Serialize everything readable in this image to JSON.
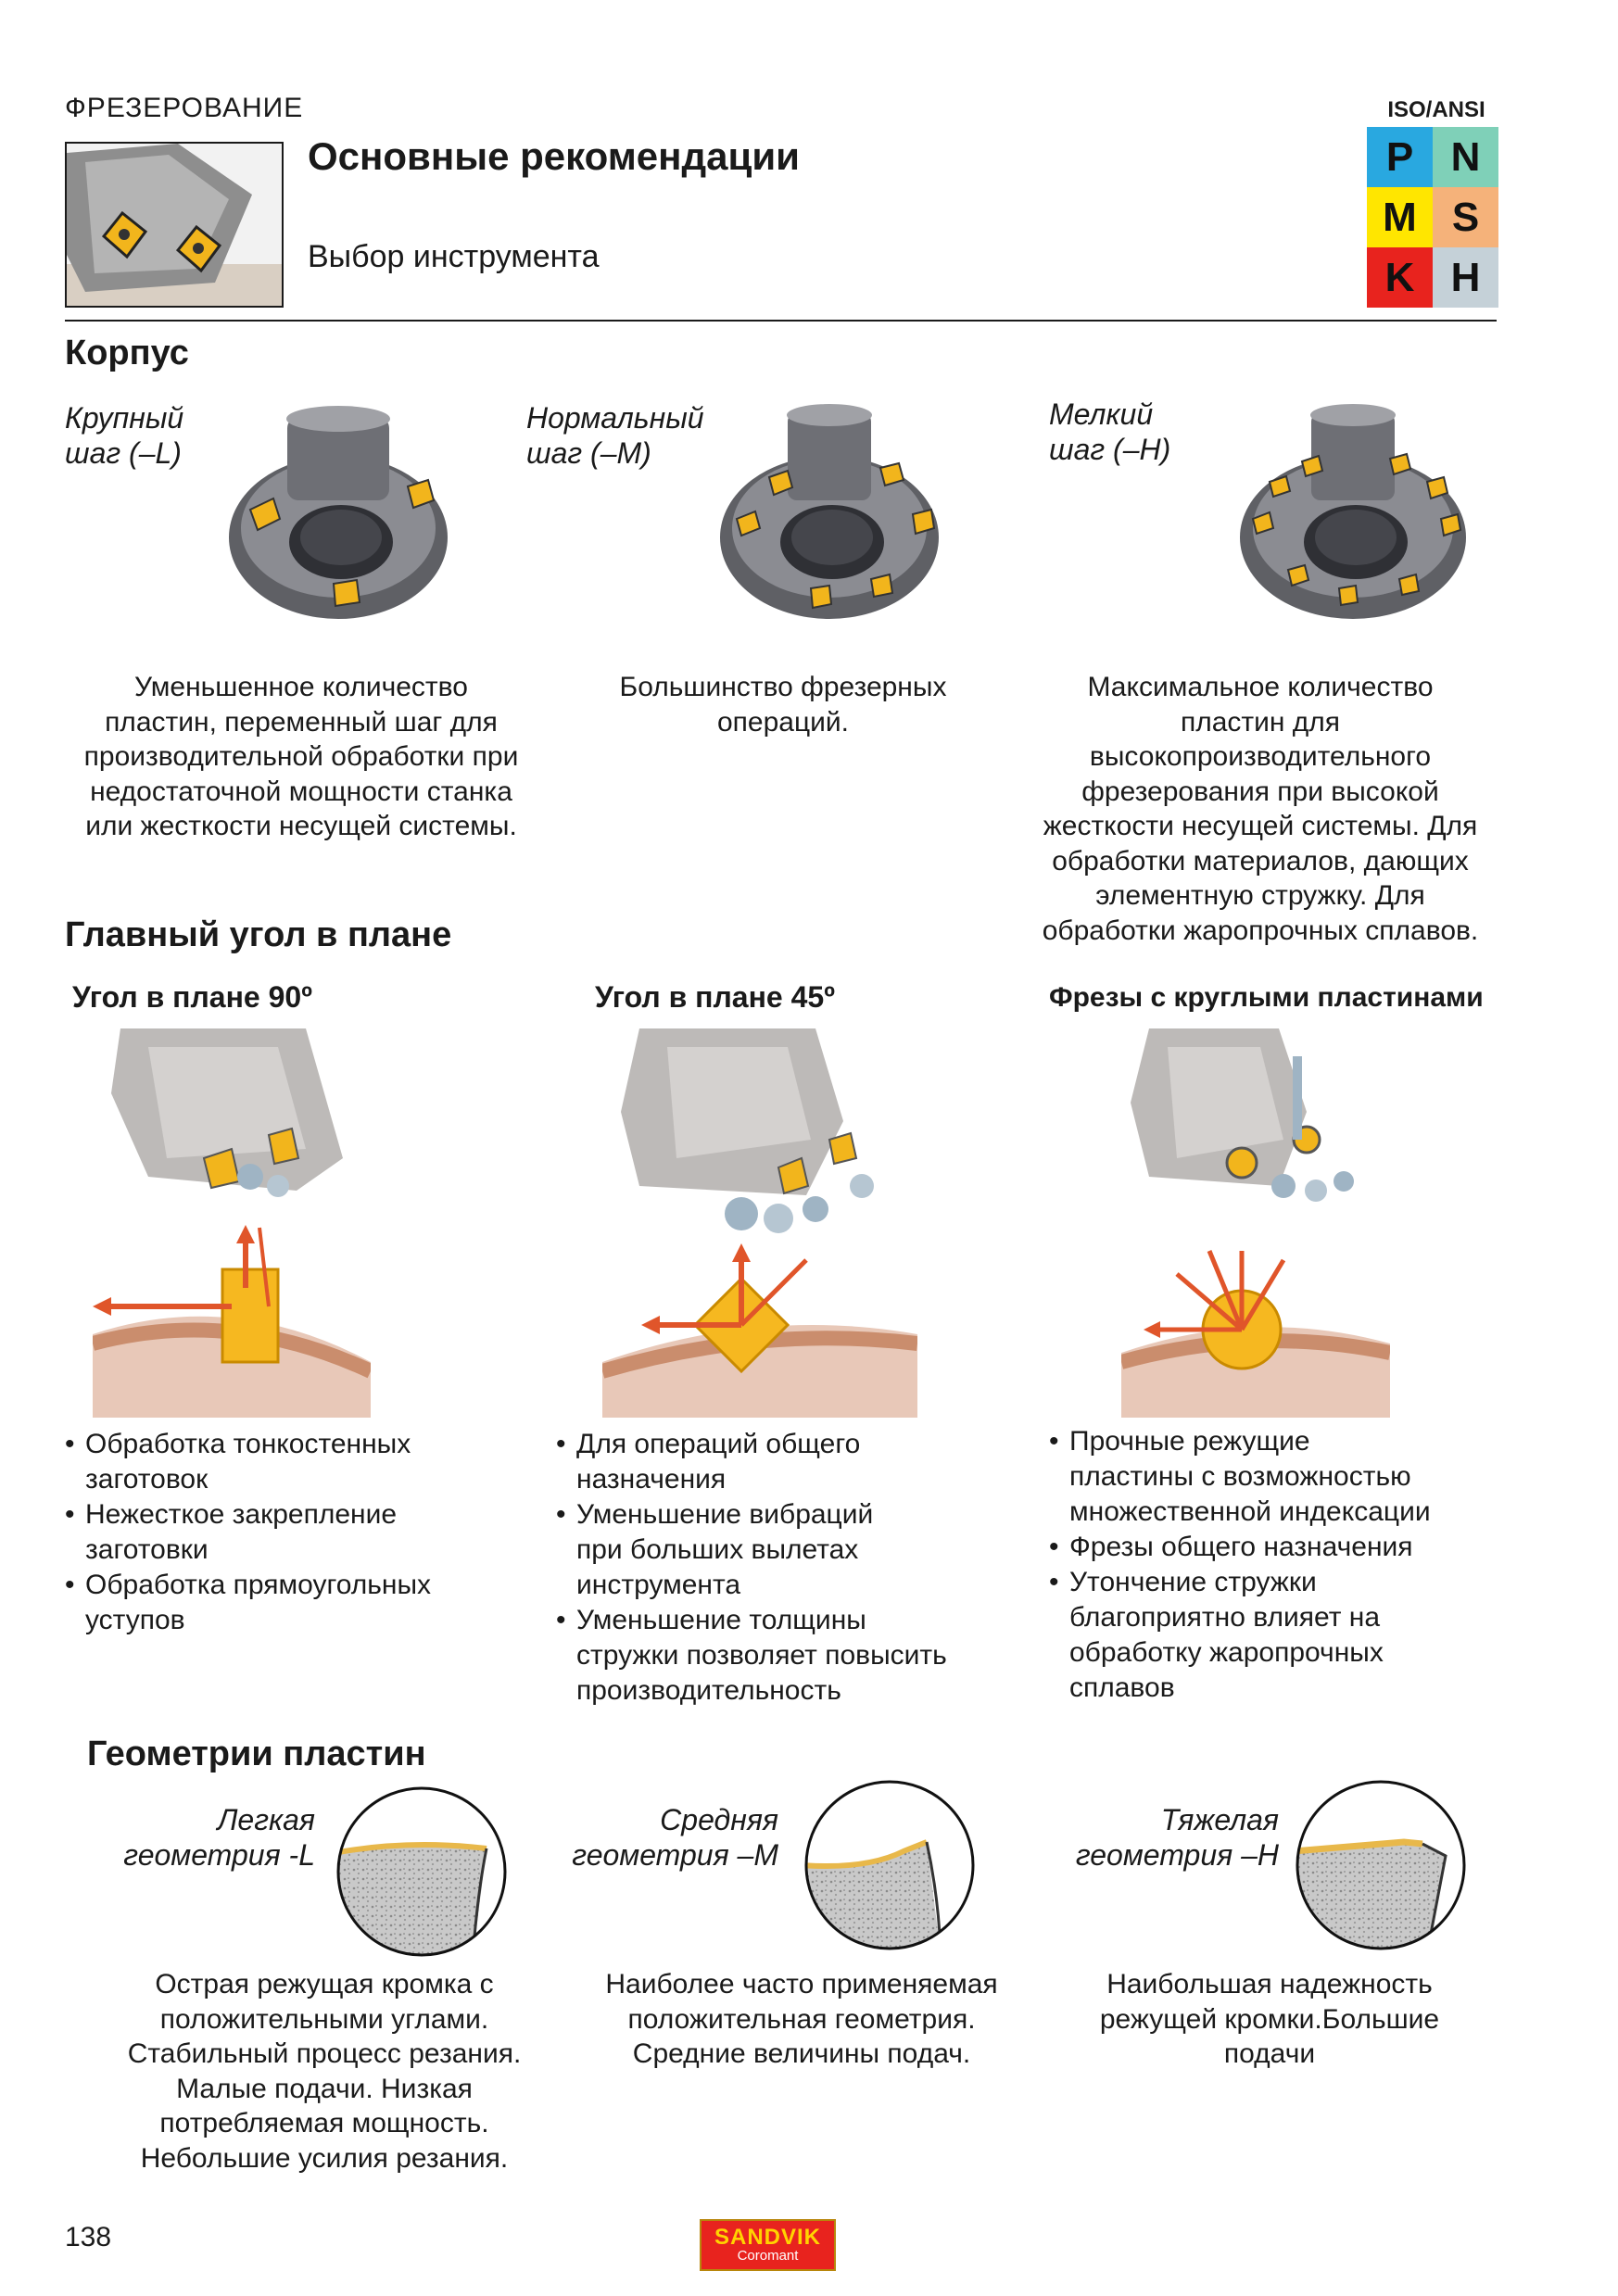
{
  "header": {
    "section": "ФРЕЗЕРОВАНИЕ",
    "title": "Основные рекомендации",
    "subtitle": "Выбор инструмента",
    "iso_label": "ISO/ANSI",
    "iso_cells": [
      {
        "letter": "P",
        "color": "#29a8e0"
      },
      {
        "letter": "N",
        "color": "#7fd0b8"
      },
      {
        "letter": "M",
        "color": "#ffe600"
      },
      {
        "letter": "S",
        "color": "#f5b27a"
      },
      {
        "letter": "K",
        "color": "#e8231e"
      },
      {
        "letter": "H",
        "color": "#c5d1d8"
      }
    ]
  },
  "body_section": {
    "heading": "Корпус",
    "items": [
      {
        "label_line1": "Крупный",
        "label_line2": "шаг (–L)",
        "text": [
          "Уменьшенное количество",
          "пластин, переменный шаг для",
          "производительной обработки при",
          "недостаточной мощности станка",
          "или жесткости несущей системы."
        ]
      },
      {
        "label_line1": "Нормальный",
        "label_line2": "шаг (–M)",
        "text": [
          "Большинство фрезерных",
          "операций."
        ]
      },
      {
        "label_line1": "Мелкий",
        "label_line2": "шаг (–H)",
        "text": [
          "Максимальное количество",
          "пластин для",
          "высокопроизводительного",
          "фрезерования при высокой",
          "жесткости несущей системы. Для",
          "обработки материалов, дающих",
          "элементную стружку. Для",
          "обработки жаропрочных сплавов."
        ]
      }
    ]
  },
  "angle_section": {
    "heading": "Главный угол в плане",
    "items": [
      {
        "title": "Угол в плане 90º",
        "bullets": [
          [
            "Обработка тонкостенных",
            "заготовок"
          ],
          [
            "Нежесткое закрепление",
            "заготовки"
          ],
          [
            "Обработка прямоугольных",
            "уступов"
          ]
        ]
      },
      {
        "title": "Угол в плане 45º",
        "bullets": [
          [
            "Для операций общего",
            "назначения"
          ],
          [
            "Уменьшение вибраций",
            "при больших вылетах",
            "инструмента"
          ],
          [
            "Уменьшение толщины",
            "стружки позволяет повысить",
            "производительность"
          ]
        ]
      },
      {
        "title": "Фрезы с круглыми пластинами",
        "bullets": [
          [
            "Прочные режущие",
            "пластины с возможностью",
            "множественной индексации"
          ],
          [
            "Фрезы общего назначения"
          ],
          [
            "Утончение стружки",
            "благоприятно влияет на",
            "обработку жаропрочных",
            "сплавов"
          ]
        ]
      }
    ]
  },
  "geometry_section": {
    "heading": "Геометрии пластин",
    "items": [
      {
        "label_line1": "Легкая",
        "label_line2": "геометрия -L",
        "text": [
          "Острая режущая кромка с",
          "положительными углами.",
          "Стабильный процесс резания.",
          "Малые подачи. Низкая",
          "потребляемая мощность.",
          "Небольшие усилия резания."
        ]
      },
      {
        "label_line1": "Средняя",
        "label_line2": "геометрия –M",
        "text": [
          "Наиболее часто применяемая",
          "положительная геометрия.",
          "Средние величины подач."
        ]
      },
      {
        "label_line1": "Тяжелая",
        "label_line2": "геометрия –H",
        "text": [
          "Наибольшая надежность",
          "режущей кромки.Большие",
          "подачи"
        ]
      }
    ]
  },
  "footer": {
    "page_number": "138",
    "logo_main": "SANDVIK",
    "logo_sub": "Coromant"
  }
}
